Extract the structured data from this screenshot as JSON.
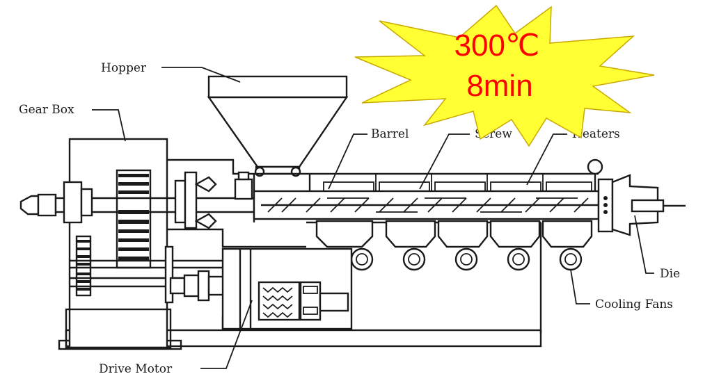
{
  "labels": {
    "hopper": "Hopper",
    "gear_box": "Gear Box",
    "barrel": "Barrel",
    "screw": "Screw",
    "heaters": "Heaters",
    "die": "Die",
    "cooling_fans": "Cooling Fans",
    "drive_motor": "Drive Motor"
  },
  "burst": {
    "temperature": "300℃",
    "time": "8min",
    "fill_color": "#ffff33",
    "text_color": "#ff0000"
  }
}
